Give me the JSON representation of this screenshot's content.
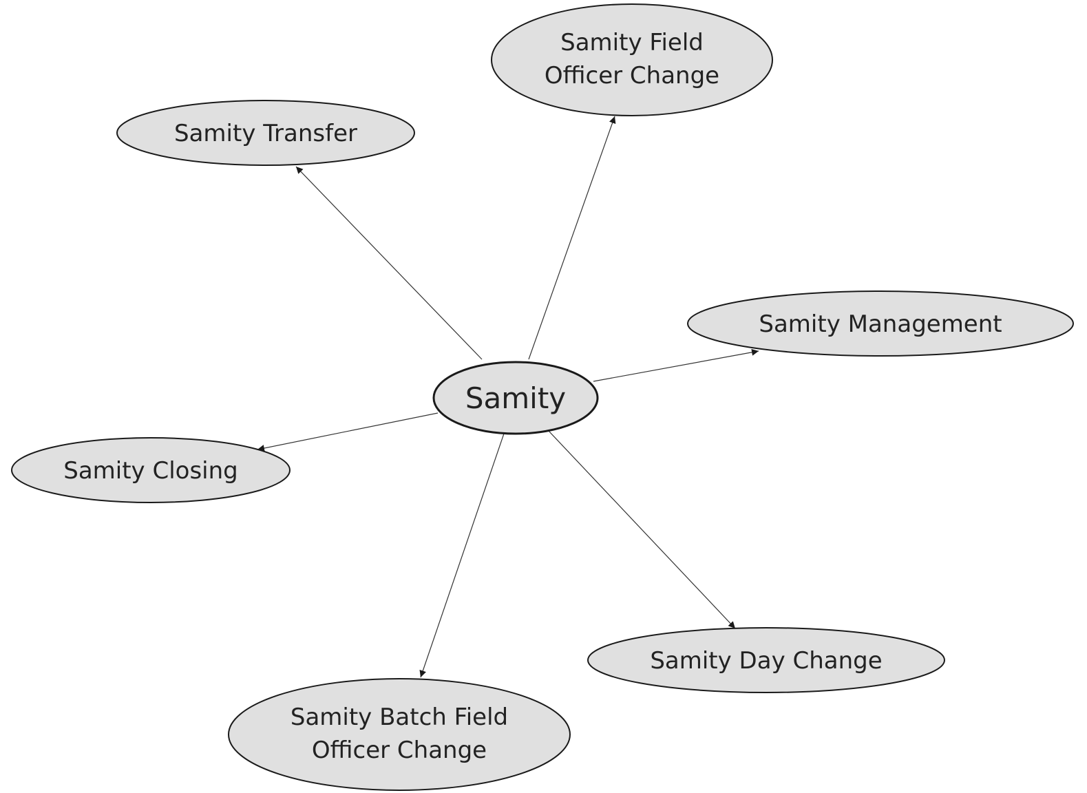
{
  "diagram": {
    "center": {
      "label": "Samity"
    },
    "nodes": [
      {
        "id": "samity-field-officer-change",
        "lines": [
          "Samity Field",
          "Officer Change"
        ]
      },
      {
        "id": "samity-transfer",
        "lines": [
          "Samity Transfer"
        ]
      },
      {
        "id": "samity-management",
        "lines": [
          "Samity Management"
        ]
      },
      {
        "id": "samity-closing",
        "lines": [
          "Samity Closing"
        ]
      },
      {
        "id": "samity-batch-field-officer-change",
        "lines": [
          "Samity Batch Field",
          "Officer Change"
        ]
      },
      {
        "id": "samity-day-change",
        "lines": [
          "Samity Day Change"
        ]
      }
    ],
    "colors": {
      "node_fill": "#e0e0e0",
      "node_stroke": "#1a1a1a",
      "edge": "#333333",
      "text": "#222222"
    }
  }
}
